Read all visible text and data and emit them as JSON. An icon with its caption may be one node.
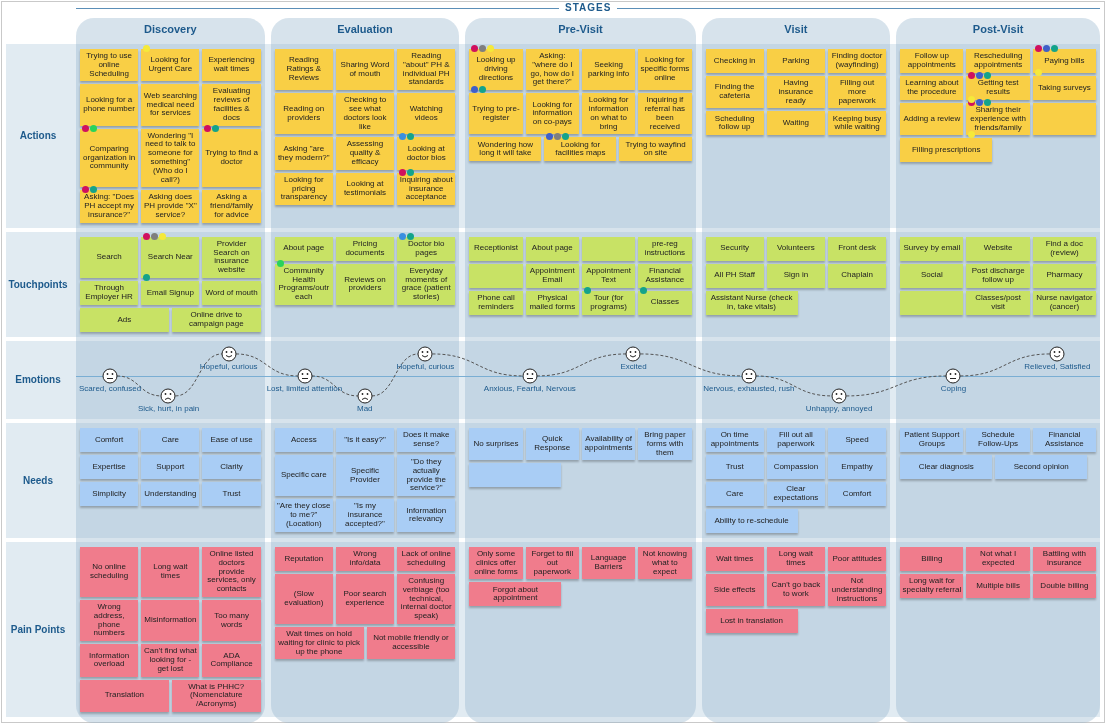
{
  "diagram": {
    "title": "STAGES",
    "nodes": [
      {
        "text": [
          "Discovery"
        ]
      },
      {
        "text": [
          "Evaluation"
        ]
      },
      {
        "text": [
          "Pre-Visit"
        ]
      },
      {
        "text": [
          "Visit"
        ]
      },
      {
        "text": [
          "Post-Visit"
        ]
      },
      {
        "text": [
          "Actions"
        ]
      },
      {
        "text": [
          "Touchpoints"
        ]
      },
      {
        "text": [
          "Emotions"
        ]
      },
      {
        "text": [
          "Needs"
        ]
      },
      {
        "text": [
          "Pain Points"
        ]
      },
      {
        "text": [
          "Trying to use online Scheduling"
        ]
      },
      {
        "text": [
          "Looking for Urgent Care"
        ]
      },
      {
        "text": [
          "Experiencing wait times"
        ]
      },
      {
        "text": [
          "Looking for a phone number"
        ]
      },
      {
        "text": [
          "Web searching medical need for services"
        ]
      },
      {
        "text": [
          "Evaluating reviews of facilities & docs"
        ]
      },
      {
        "text": [
          "Comparing organization in community"
        ]
      },
      {
        "text": [
          "Wondering \"I need to talk to someone for something\" (Who do I call?)"
        ]
      },
      {
        "text": [
          "Trying to find a doctor"
        ]
      },
      {
        "text": [
          "Asking: \"Does PH accept my insurance?\""
        ]
      },
      {
        "text": [
          "Asking does PH provide \"X\" service?"
        ]
      },
      {
        "text": [
          "Asking a friend/family for advice"
        ]
      },
      {
        "text": [
          "Reading Ratings & Reviews"
        ]
      },
      {
        "text": [
          "Sharing Word of mouth"
        ]
      },
      {
        "text": [
          "Reading \"about\" PH & individual PH standards"
        ]
      },
      {
        "text": [
          "Reading on providers"
        ]
      },
      {
        "text": [
          "Checking to see what doctors look like"
        ]
      },
      {
        "text": [
          "Watching videos"
        ]
      },
      {
        "text": [
          "Asking \"are they modern?\""
        ]
      },
      {
        "text": [
          "Assessing quality & efficacy"
        ]
      },
      {
        "text": [
          "Looking at doctor bios"
        ]
      },
      {
        "text": [
          "Looking for pricing transparency"
        ]
      },
      {
        "text": [
          "Looking at testimonials"
        ]
      },
      {
        "text": [
          "Inquiring about insurance acceptance"
        ]
      },
      {
        "text": [
          "Looking up driving directions"
        ]
      },
      {
        "text": [
          "Asking: \"where do I go, how do I get there?\""
        ]
      },
      {
        "text": [
          "Seeking parking info"
        ]
      },
      {
        "text": [
          "Looking for specific forms online"
        ]
      },
      {
        "text": [
          "Trying to pre-register"
        ]
      },
      {
        "text": [
          "Looking for information on co-pays"
        ]
      },
      {
        "text": [
          "Looking for information on what to bring"
        ]
      },
      {
        "text": [
          "Inquiring if referral has been received"
        ]
      },
      {
        "text": [
          "Wondering how long it will take"
        ]
      },
      {
        "text": [
          "Looking for facilities maps"
        ]
      },
      {
        "text": [
          "Trying to wayfind on site"
        ]
      },
      {
        "text": [
          "Checking in"
        ]
      },
      {
        "text": [
          "Parking"
        ]
      },
      {
        "text": [
          "Finding doctor (wayfinding)"
        ]
      },
      {
        "text": [
          "Finding the cafeteria"
        ]
      },
      {
        "text": [
          "Having insurance ready"
        ]
      },
      {
        "text": [
          "Filling out more paperwork"
        ]
      },
      {
        "text": [
          "Scheduling follow up"
        ]
      },
      {
        "text": [
          "Waiting"
        ]
      },
      {
        "text": [
          "Keeping busy while waiting"
        ]
      },
      {
        "text": [
          "Follow up appointments"
        ]
      },
      {
        "text": [
          "Rescheduling appointments"
        ]
      },
      {
        "text": [
          "Paying bills"
        ]
      },
      {
        "text": [
          "Learning about the procedure"
        ]
      },
      {
        "text": [
          "Getting test results"
        ]
      },
      {
        "text": [
          "Taking surveys"
        ]
      },
      {
        "text": [
          "Adding a review"
        ]
      },
      {
        "text": [
          "Sharing their experience with friends/family"
        ]
      },
      {
        "text": [],
        "shape": "box"
      },
      {
        "text": [
          "Filling prescriptions"
        ]
      },
      {
        "text": [
          "Search"
        ]
      },
      {
        "text": [
          "Search Near"
        ]
      },
      {
        "text": [
          "Provider Search on insurance website"
        ]
      },
      {
        "text": [
          "Through Employer HR"
        ]
      },
      {
        "text": [
          "Email Signup"
        ]
      },
      {
        "text": [
          "Word of mouth"
        ]
      },
      {
        "text": [
          "Ads"
        ]
      },
      {
        "text": [
          "Online drive to campaign page"
        ]
      },
      {
        "text": [
          "About page"
        ]
      },
      {
        "text": [
          "Pricing documents"
        ]
      },
      {
        "text": [
          "Doctor bio pages"
        ]
      },
      {
        "text": [
          "Community Health Programs/outreach"
        ]
      },
      {
        "text": [
          "Reviews on providers"
        ]
      },
      {
        "text": [
          "Everyday moments of grace (patient stories)"
        ]
      },
      {
        "text": [
          "Receptionist"
        ]
      },
      {
        "text": [
          "About page"
        ]
      },
      {
        "text": [],
        "shape": "box"
      },
      {
        "text": [
          "pre-reg instructions"
        ]
      },
      {
        "text": [],
        "shape": "box"
      },
      {
        "text": [
          "Appointment Email"
        ]
      },
      {
        "text": [
          "Appointment Text"
        ]
      },
      {
        "text": [
          "Financial Assistance"
        ]
      },
      {
        "text": [
          "Phone call reminders"
        ]
      },
      {
        "text": [
          "Physical mailed forms"
        ]
      },
      {
        "text": [
          "Tour (for programs)"
        ]
      },
      {
        "text": [
          "Classes"
        ]
      },
      {
        "text": [
          "Security"
        ]
      },
      {
        "text": [
          "Volunteers"
        ]
      },
      {
        "text": [
          "Front desk"
        ]
      },
      {
        "text": [
          "All PH Staff"
        ]
      },
      {
        "text": [
          "Sign in"
        ]
      },
      {
        "text": [
          "Chaplain"
        ]
      },
      {
        "text": [
          "Assistant Nurse (check in, take vitals)"
        ]
      },
      {
        "text": [
          "Survey by email"
        ]
      },
      {
        "text": [
          "Website"
        ]
      },
      {
        "text": [
          "Find a doc (review)"
        ]
      },
      {
        "text": [
          "Social"
        ]
      },
      {
        "text": [
          "Post discharge follow up"
        ]
      },
      {
        "text": [
          "Pharmacy"
        ]
      },
      {
        "text": [],
        "shape": "box"
      },
      {
        "text": [
          "Classes/post visit"
        ]
      },
      {
        "text": [
          "Nurse navigator (cancer)"
        ]
      },
      {
        "text": [],
        "shape": "picture",
        "beside": [
          "Scared, confused"
        ]
      },
      {
        "text": [],
        "shape": "picture",
        "beside": [
          "Sick, hurt, in pain"
        ]
      },
      {
        "text": [],
        "shape": "picture",
        "beside": [
          "Hopeful, curious"
        ]
      },
      {
        "text": [],
        "shape": "picture",
        "beside": [
          "Lost, limited attention"
        ]
      },
      {
        "text": [],
        "shape": "picture",
        "beside": [
          "Mad"
        ]
      },
      {
        "text": [],
        "shape": "picture",
        "beside": [
          "Hopeful, curious"
        ]
      },
      {
        "text": [],
        "shape": "picture",
        "beside": [
          "Anxious, Fearful, Nervous"
        ]
      },
      {
        "text": [],
        "shape": "picture",
        "beside": [
          "Excited"
        ]
      },
      {
        "text": [],
        "shape": "picture",
        "beside": [
          "Nervous, exhausted, rush"
        ]
      },
      {
        "text": [],
        "shape": "picture",
        "beside": [
          "Unhappy, annoyed"
        ]
      },
      {
        "text": [],
        "shape": "picture",
        "beside": [
          "Coping"
        ]
      },
      {
        "text": [],
        "shape": "picture",
        "beside": [
          "Relieved, Satisfied"
        ]
      },
      {
        "text": [
          "Comfort"
        ]
      },
      {
        "text": [
          "Care"
        ]
      },
      {
        "text": [
          "Ease of use"
        ]
      },
      {
        "text": [
          "Expertise"
        ]
      },
      {
        "text": [
          "Support"
        ]
      },
      {
        "text": [
          "Clarity"
        ]
      },
      {
        "text": [
          "Simplicity"
        ]
      },
      {
        "text": [
          "Understanding"
        ]
      },
      {
        "text": [
          "Trust"
        ]
      },
      {
        "text": [
          "Access"
        ]
      },
      {
        "text": [
          "\"Is it easy?\""
        ]
      },
      {
        "text": [
          "Does it make sense?"
        ]
      },
      {
        "text": [
          "Specific care"
        ]
      },
      {
        "text": [
          "Specific Provider"
        ]
      },
      {
        "text": [
          "\"Do they actually provide the service?\""
        ]
      },
      {
        "text": [
          "\"Are they close to me?\" (Location)"
        ]
      },
      {
        "text": [
          "\"Is my insurance accepted?\""
        ]
      },
      {
        "text": [
          "Information relevancy"
        ]
      },
      {
        "text": [
          "No surprises"
        ]
      },
      {
        "text": [
          "Quick Response"
        ]
      },
      {
        "text": [
          "Availability of appointments"
        ]
      },
      {
        "text": [
          "Bring paper forms with them"
        ]
      },
      {
        "text": [],
        "shape": "box"
      },
      {
        "text": [
          "On time appointments"
        ]
      },
      {
        "text": [
          "Fill out all paperwork"
        ]
      },
      {
        "text": [
          "Speed"
        ]
      },
      {
        "text": [
          "Trust"
        ]
      },
      {
        "text": [
          "Compassion"
        ]
      },
      {
        "text": [
          "Empathy"
        ]
      },
      {
        "text": [
          "Care"
        ]
      },
      {
        "text": [
          "Clear expectations"
        ]
      },
      {
        "text": [
          "Comfort"
        ]
      },
      {
        "text": [
          "Ability to re-schedule"
        ]
      },
      {
        "text": [
          "Patient Support Groups"
        ]
      },
      {
        "text": [
          "Schedule Follow-Ups"
        ]
      },
      {
        "text": [
          "Financial Assistance"
        ]
      },
      {
        "text": [
          "Clear diagnosis"
        ]
      },
      {
        "text": [
          "Second opinion"
        ]
      },
      {
        "text": [
          "No online scheduling"
        ]
      },
      {
        "text": [
          "Long wait times"
        ]
      },
      {
        "text": [
          "Online listed doctors provide services, only contacts"
        ]
      },
      {
        "text": [
          "Wrong address, phone numbers"
        ]
      },
      {
        "text": [
          "Misinformation"
        ]
      },
      {
        "text": [
          "Too many words"
        ]
      },
      {
        "text": [
          "Information overload"
        ]
      },
      {
        "text": [
          "Can't find what looking for - get lost"
        ]
      },
      {
        "text": [
          "ADA Compliance"
        ]
      },
      {
        "text": [
          "Translation"
        ]
      },
      {
        "text": [
          "What is PHHC? (Nomenclature /Acronyms)"
        ]
      },
      {
        "text": [
          "Reputation"
        ]
      },
      {
        "text": [
          "Wrong info/data"
        ]
      },
      {
        "text": [
          "Lack of online scheduling"
        ]
      },
      {
        "text": [
          "(Slow evaluation)"
        ]
      },
      {
        "text": [
          "Poor search experience"
        ]
      },
      {
        "text": [
          "Confusing verbiage (too technical, internal doctor speak)"
        ]
      },
      {
        "text": [
          "Wait times on hold waiting for clinic to pick up the phone"
        ]
      },
      {
        "text": [
          "Not mobile friendly or accessible"
        ]
      },
      {
        "text": [
          "Only some clinics offer online forms"
        ]
      },
      {
        "text": [
          "Forget to fill out paperwork"
        ]
      },
      {
        "text": [
          "Language Barriers"
        ]
      },
      {
        "text": [
          "Not knowing what to expect"
        ]
      },
      {
        "text": [
          "Forgot about appointment"
        ]
      },
      {
        "text": [
          "Wait times"
        ]
      },
      {
        "text": [
          "Long wait times"
        ]
      },
      {
        "text": [
          "Poor attitudes"
        ]
      },
      {
        "text": [
          "Side effects"
        ]
      },
      {
        "text": [
          "Can't go back to work"
        ]
      },
      {
        "text": [
          "Not understanding instructions"
        ]
      },
      {
        "text": [
          "Lost in translation"
        ]
      },
      {
        "text": [
          "Billing"
        ]
      },
      {
        "text": [
          "Not what I expected"
        ]
      },
      {
        "text": [
          "Battling with insurance"
        ]
      },
      {
        "text": [
          "Long wait for specialty referral"
        ]
      },
      {
        "text": [
          "Multiple bills"
        ]
      },
      {
        "text": [
          "Double billing"
        ]
      }
    ],
    "edges": [
      {
        "from": 106,
        "to": 107,
        "arrow": "none",
        "style": "dashed"
      },
      {
        "from": 107,
        "to": 108,
        "arrow": "none",
        "style": "dashed"
      },
      {
        "from": 108,
        "to": 109,
        "arrow": "none",
        "style": "dashed"
      },
      {
        "from": 109,
        "to": 110,
        "arrow": "none",
        "style": "dashed"
      },
      {
        "from": 110,
        "to": 111,
        "arrow": "none",
        "style": "dashed"
      },
      {
        "from": 111,
        "to": 112,
        "arrow": "none",
        "style": "dashed"
      },
      {
        "from": 112,
        "to": 113,
        "arrow": "none",
        "style": "dashed"
      },
      {
        "from": 113,
        "to": 114,
        "arrow": "none",
        "style": "dashed"
      },
      {
        "from": 114,
        "to": 115,
        "arrow": "none",
        "style": "dashed"
      },
      {
        "from": 115,
        "to": 116,
        "arrow": "none",
        "style": "dashed"
      },
      {
        "from": 116,
        "to": 117,
        "arrow": "none",
        "style": "dashed"
      }
    ]
  }
}
